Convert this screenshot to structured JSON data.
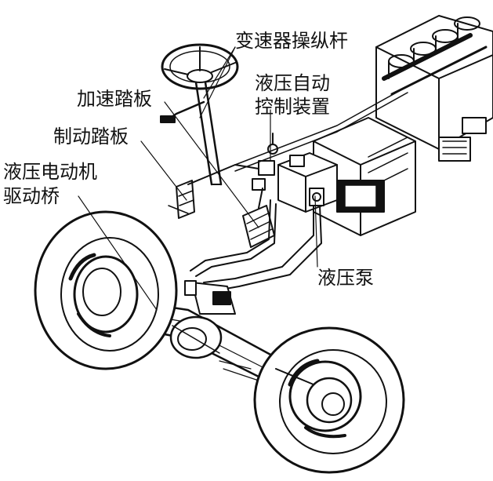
{
  "labels": {
    "shift_lever": "变速器操纵杆",
    "accel_pedal": "加速踏板",
    "hydraulic_control_line1": "液压自动",
    "hydraulic_control_line2": "控制装置",
    "brake_pedal": "制动踏板",
    "hydraulic_motor_line1": "液压电动机",
    "hydraulic_motor_line2": "驱动桥",
    "hydraulic_pump": "液压泵"
  },
  "colors": {
    "ink": "#111111",
    "paper": "#ffffff"
  }
}
